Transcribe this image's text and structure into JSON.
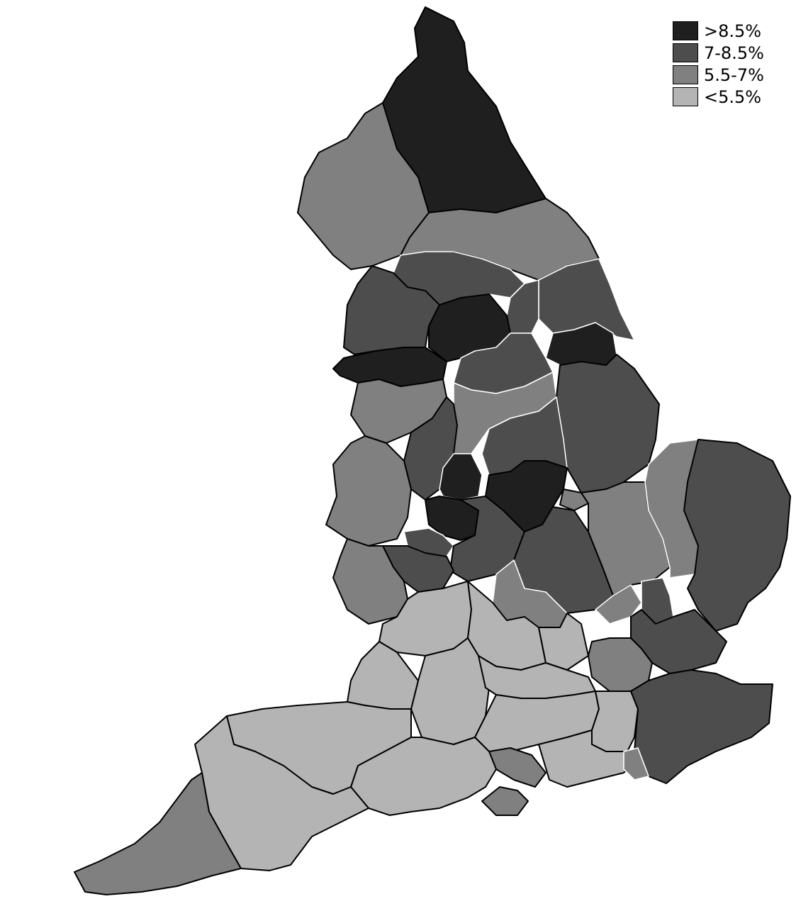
{
  "legend": {
    "items": [
      {
        "label": ">8.5%",
        "color": "#1f1f1f"
      },
      {
        "label": "7-8.5%",
        "color": "#4d4d4d"
      },
      {
        "label": "5.5-7%",
        "color": "#808080"
      },
      {
        "label": "<5.5%",
        "color": "#b4b4b4"
      }
    ]
  },
  "colors": {
    "background": "#ffffff",
    "region_border": "#000000",
    "urban_border": "#ffffff"
  }
}
